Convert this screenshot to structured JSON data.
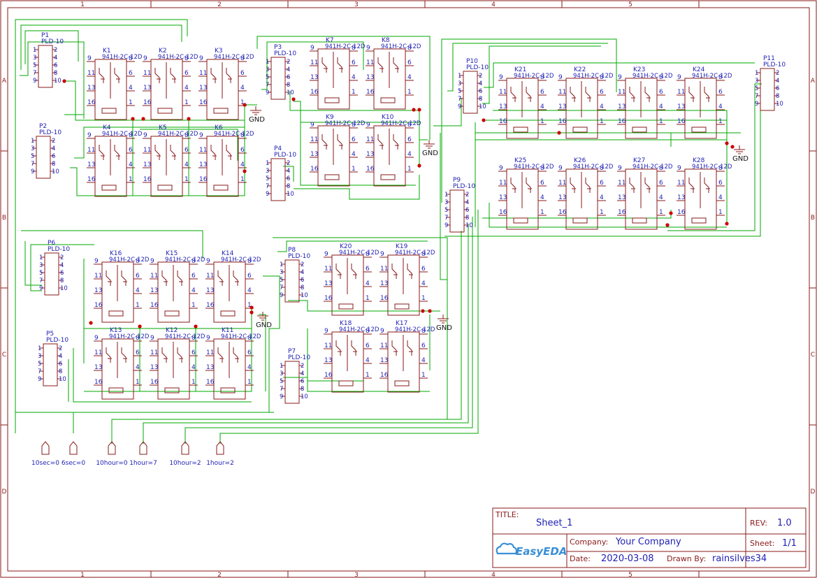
{
  "sheet": {
    "col_labels": [
      "1",
      "2",
      "3",
      "4",
      "5"
    ],
    "row_labels": [
      "A",
      "B",
      "C",
      "D"
    ]
  },
  "relay_part": "941H-2C-12D",
  "relay_pins": {
    "p9": "9",
    "p8": "8",
    "p11": "11",
    "p6": "6",
    "p13": "13",
    "p4": "4",
    "p16": "16",
    "p1": "1"
  },
  "header_part": "PLD-10",
  "header_pins": [
    "1",
    "2",
    "3",
    "4",
    "5",
    "6",
    "7",
    "8",
    "9",
    "10"
  ],
  "gnd_label": "GND",
  "relays": [
    {
      "name": "K1"
    },
    {
      "name": "K2"
    },
    {
      "name": "K3"
    },
    {
      "name": "K4"
    },
    {
      "name": "K5"
    },
    {
      "name": "K6"
    },
    {
      "name": "K7"
    },
    {
      "name": "K8"
    },
    {
      "name": "K9"
    },
    {
      "name": "K10"
    },
    {
      "name": "K21"
    },
    {
      "name": "K22"
    },
    {
      "name": "K23"
    },
    {
      "name": "K24"
    },
    {
      "name": "K25"
    },
    {
      "name": "K26"
    },
    {
      "name": "K27"
    },
    {
      "name": "K28"
    },
    {
      "name": "K16"
    },
    {
      "name": "K15"
    },
    {
      "name": "K14"
    },
    {
      "name": "K13"
    },
    {
      "name": "K12"
    },
    {
      "name": "K11"
    },
    {
      "name": "K20"
    },
    {
      "name": "K19"
    },
    {
      "name": "K18"
    },
    {
      "name": "K17"
    }
  ],
  "headers": [
    {
      "name": "P1"
    },
    {
      "name": "P2"
    },
    {
      "name": "P3"
    },
    {
      "name": "P4"
    },
    {
      "name": "P10"
    },
    {
      "name": "P9"
    },
    {
      "name": "P11"
    },
    {
      "name": "P6"
    },
    {
      "name": "P5"
    },
    {
      "name": "P8"
    },
    {
      "name": "P7"
    }
  ],
  "ports": [
    "10sec=0",
    "6sec=0",
    "10hour=0",
    "1hour=7",
    "10hour=2",
    "1hour=2"
  ],
  "title_block": {
    "title_label": "TITLE:",
    "title": "Sheet_1",
    "rev_label": "REV:",
    "rev": "1.0",
    "company_label": "Company:",
    "company": "Your Company",
    "sheet_label": "Sheet:",
    "sheet": "1/1",
    "date_label": "Date:",
    "date": "2020-03-08",
    "drawn_label": "Drawn By:",
    "drawn_by": "rainsilves34",
    "brand": "EasyEDA"
  },
  "colors": {
    "border": "#8a1a1a",
    "wire": "#00aa00",
    "component": "#8a1a1a",
    "text": "#1f1fb5",
    "junction": "#cc0000",
    "brand": "#3a8fd6"
  }
}
